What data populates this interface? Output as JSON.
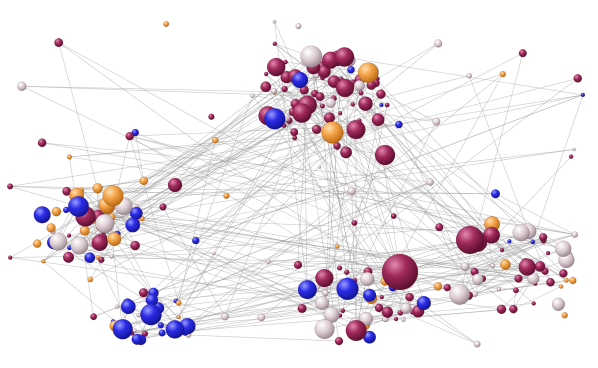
{
  "figure": {
    "type": "network-graph",
    "caption_text": "",
    "background": "#ffffff",
    "edge_color": "#9a9a9a"
  },
  "legend_colors": {
    "purple_cluster": "#8e1a4a",
    "light_node": "#d9c9cf",
    "blue_cluster": "#2a2be8",
    "orange_cluster": "#f0a040"
  },
  "clusters": [
    {
      "id": "top-center",
      "color": "purple_cluster"
    },
    {
      "id": "left",
      "color": "orange_cluster"
    },
    {
      "id": "bottom-left",
      "color": "blue_cluster"
    },
    {
      "id": "bottom-center",
      "color": "purple_cluster"
    },
    {
      "id": "right",
      "color": "purple_cluster"
    }
  ]
}
